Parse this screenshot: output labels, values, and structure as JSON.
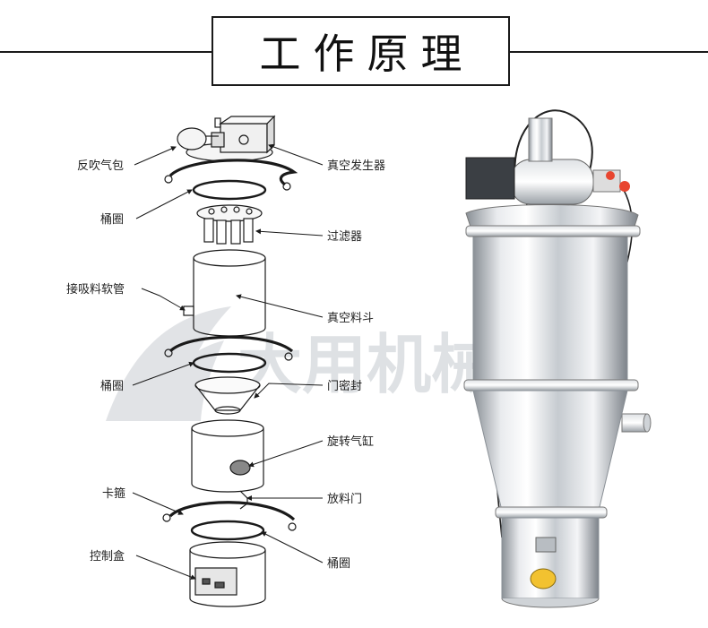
{
  "title": "工作原理",
  "watermark": "大用机械",
  "labels": {
    "fanchui_qibao": "反吹气包",
    "zhenkong_fashengqi": "真空发生器",
    "tongquan_1": "桶圈",
    "guolvqi": "过滤器",
    "jiexiliao_ruanguan": "接吸料软管",
    "zhenkong_liaodou": "真空料斗",
    "tongquan_2": "桶圈",
    "menmifeng": "门密封",
    "xuanzhuan_qigang": "旋转气缸",
    "kagu": "卡箍",
    "fangliaomen": "放料门",
    "kongzhihe": "控制盒",
    "tongquan_3": "桶圈"
  },
  "colors": {
    "line": "#1a1a1a",
    "steel_light": "#f2f3f5",
    "steel_mid": "#b9bec4",
    "steel_dark": "#6e747b",
    "valve_yellow": "#f2c230"
  }
}
